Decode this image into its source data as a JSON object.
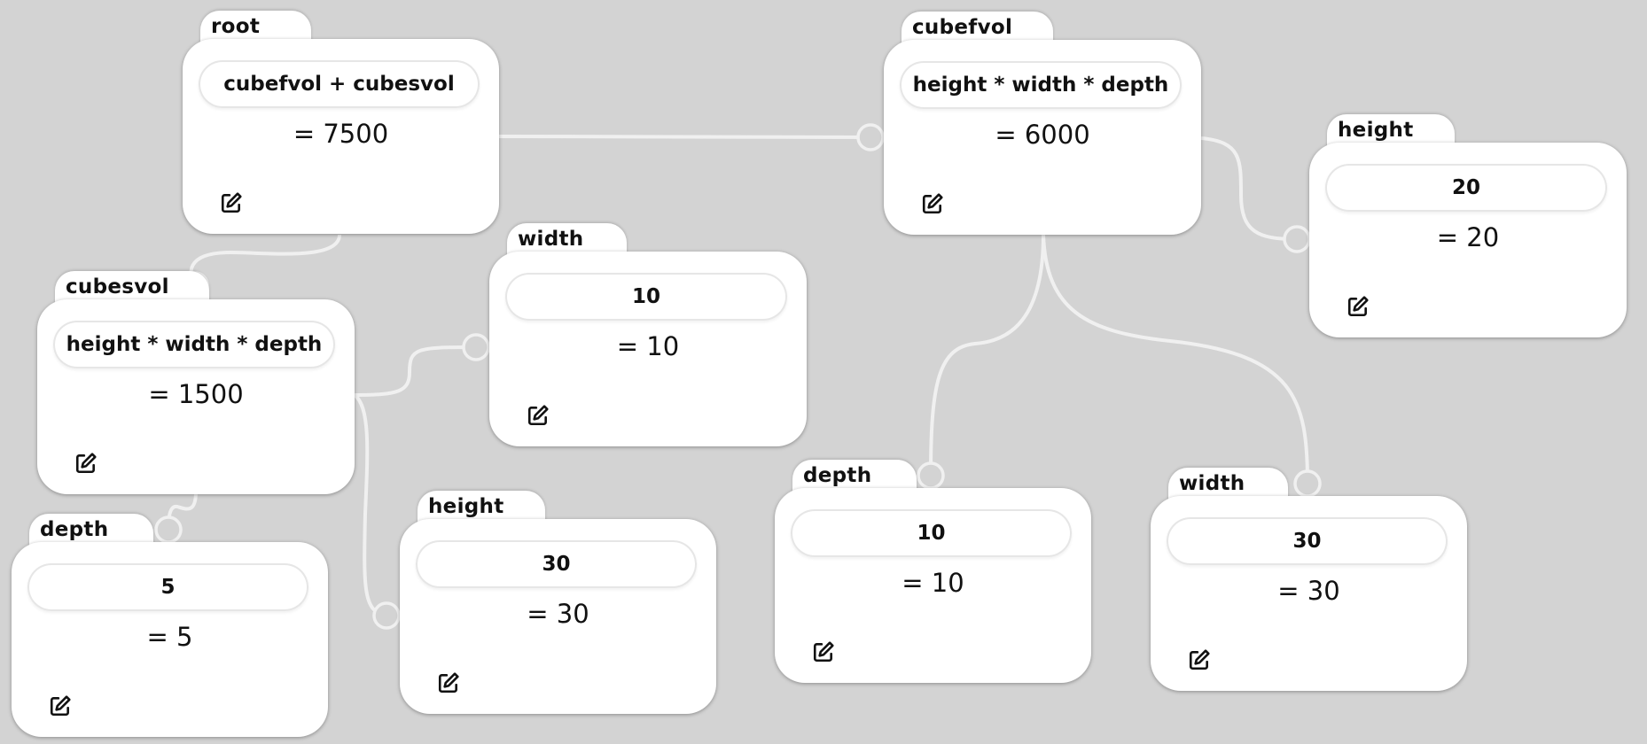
{
  "nodes": {
    "root": {
      "name": "root",
      "expr": "cubefvol + cubesvol",
      "result": "= 7500"
    },
    "cubefvol": {
      "name": "cubefvol",
      "expr": "height * width * depth",
      "result": "= 6000"
    },
    "height_f": {
      "name": "height",
      "expr": "20",
      "result": "= 20"
    },
    "cubesvol": {
      "name": "cubesvol",
      "expr": "height * width * depth",
      "result": "= 1500"
    },
    "width_s": {
      "name": "width",
      "expr": "10",
      "result": "= 10"
    },
    "depth_s": {
      "name": "depth",
      "expr": "5",
      "result": "= 5"
    },
    "height_s": {
      "name": "height",
      "expr": "30",
      "result": "= 30"
    },
    "depth_f": {
      "name": "depth",
      "expr": "10",
      "result": "= 10"
    },
    "width_f": {
      "name": "width",
      "expr": "30",
      "result": "= 30"
    }
  },
  "icons": {
    "edit": "edit-pencil-icon"
  },
  "colors": {
    "background": "#d3d3d3",
    "card": "#ffffff",
    "wire": "#f0f0f0"
  }
}
